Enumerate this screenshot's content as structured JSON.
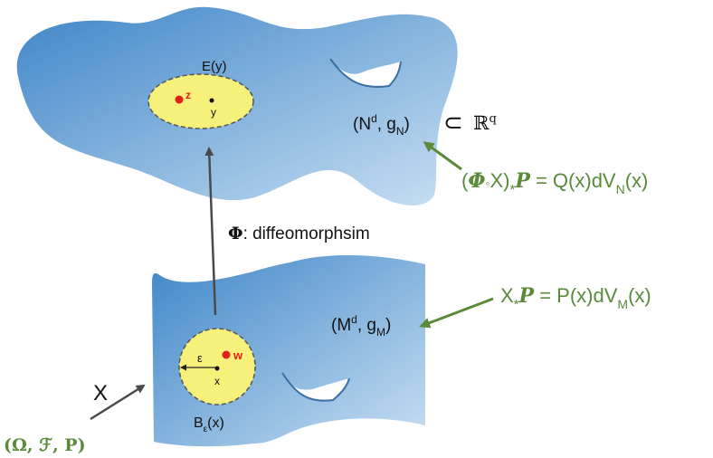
{
  "diagram": {
    "top_manifold": {
      "ellipse_label": "E(y)",
      "point_z": "z",
      "point_y": "y",
      "name_open": "(N",
      "name_dim": "d",
      "name_metric": ", g",
      "name_metric_sub": "N",
      "name_close": ")",
      "subset_symbol": "⊂",
      "ambient_space": "ℝ",
      "ambient_dim": "q"
    },
    "map": {
      "phi_symbol": "Φ",
      "phi_label": ": diffeomorphsim"
    },
    "bottom_manifold": {
      "ball_label": "B",
      "ball_sub": "ε",
      "ball_arg": "(x)",
      "radius_label": "ε",
      "point_w": "w",
      "point_x": "x",
      "name_open": "(M",
      "name_dim": "d",
      "name_metric": ", g",
      "name_metric_sub": "M",
      "name_close": ")"
    },
    "random_variable": {
      "symbol": "X",
      "probability_space": "(Ω, ℱ, P)"
    },
    "pushforward_N": {
      "open": "(",
      "phi": "Φ",
      "circ": "◦",
      "x": "X)",
      "star": "*",
      "P": "P",
      "rhs": " = Q(x)dV",
      "rhs_sub": "N",
      "rhs_end": "(x)"
    },
    "pushforward_M": {
      "x": "X",
      "star": "*",
      "P": "P",
      "rhs": " = P(x)dV",
      "rhs_sub": "M",
      "rhs_end": "(x)"
    },
    "colors": {
      "manifold_dark": "#3f86c8",
      "manifold_light": "#c8dff2",
      "ball_fill": "#f7f07a",
      "annotation_green": "#5a8a3a",
      "arrow_gray": "#4a4a4a",
      "point_red": "#e0201a"
    }
  }
}
